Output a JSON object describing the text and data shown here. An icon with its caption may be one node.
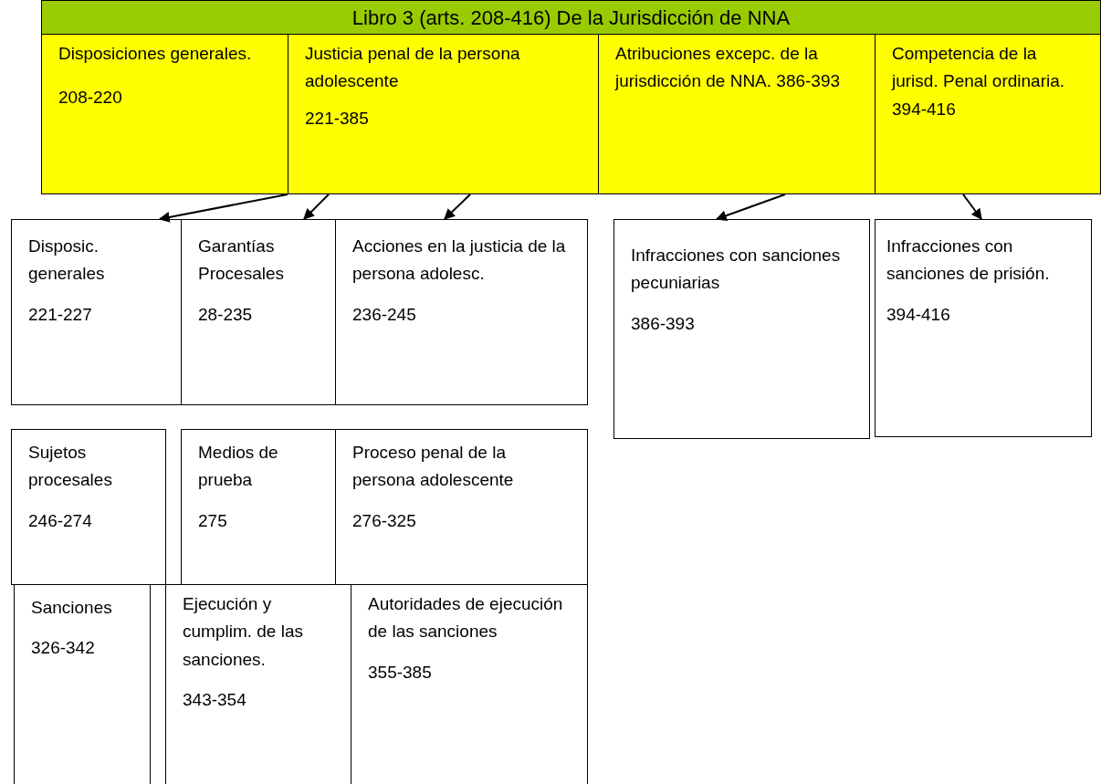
{
  "diagram": {
    "nodes": [
      {
        "text": [
          "Libro 3 (arts. 208-416) De la Jurisdicción de NNA"
        ]
      },
      {
        "text": [
          "Disposiciones generales.",
          "208-220"
        ]
      },
      {
        "text": [
          "Justicia penal de la persona adolescente",
          "221-385"
        ]
      },
      {
        "text": [
          "Atribuciones excepc. de la jurisdicción de NNA. 386-393"
        ]
      },
      {
        "text": [
          "Competencia de la jurisd. Penal ordinaria. 394-416"
        ]
      },
      {
        "text": [
          "Disposic. generales",
          "221-227"
        ]
      },
      {
        "text": [
          "Garantías Procesales",
          "28-235"
        ]
      },
      {
        "text": [
          "Acciones en la justicia de la persona adolesc.",
          "236-245"
        ]
      },
      {
        "text": [
          "Infracciones con sanciones pecuniarias",
          "386-393"
        ]
      },
      {
        "text": [
          "Infracciones con sanciones de prisión.",
          "394-416"
        ]
      },
      {
        "text": [
          "Sujetos procesales",
          "246-274"
        ]
      },
      {
        "text": [
          "Medios de prueba",
          "275"
        ]
      },
      {
        "text": [
          "Proceso penal de la persona adolescente",
          "276-325"
        ]
      },
      {
        "text": [
          "Sanciones",
          "326-342"
        ]
      },
      {
        "text": [
          "Ejecución y cumplim. de las sanciones.",
          "343-354"
        ]
      },
      {
        "text": [
          "Autoridades de ejecución de las sanciones",
          "355-385"
        ]
      }
    ],
    "edges": [
      {
        "from": 2,
        "to": 5,
        "arrow": "to"
      },
      {
        "from": 2,
        "to": 6,
        "arrow": "to"
      },
      {
        "from": 2,
        "to": 7,
        "arrow": "to"
      },
      {
        "from": 3,
        "to": 8,
        "arrow": "to"
      },
      {
        "from": 4,
        "to": 9,
        "arrow": "to"
      }
    ]
  }
}
